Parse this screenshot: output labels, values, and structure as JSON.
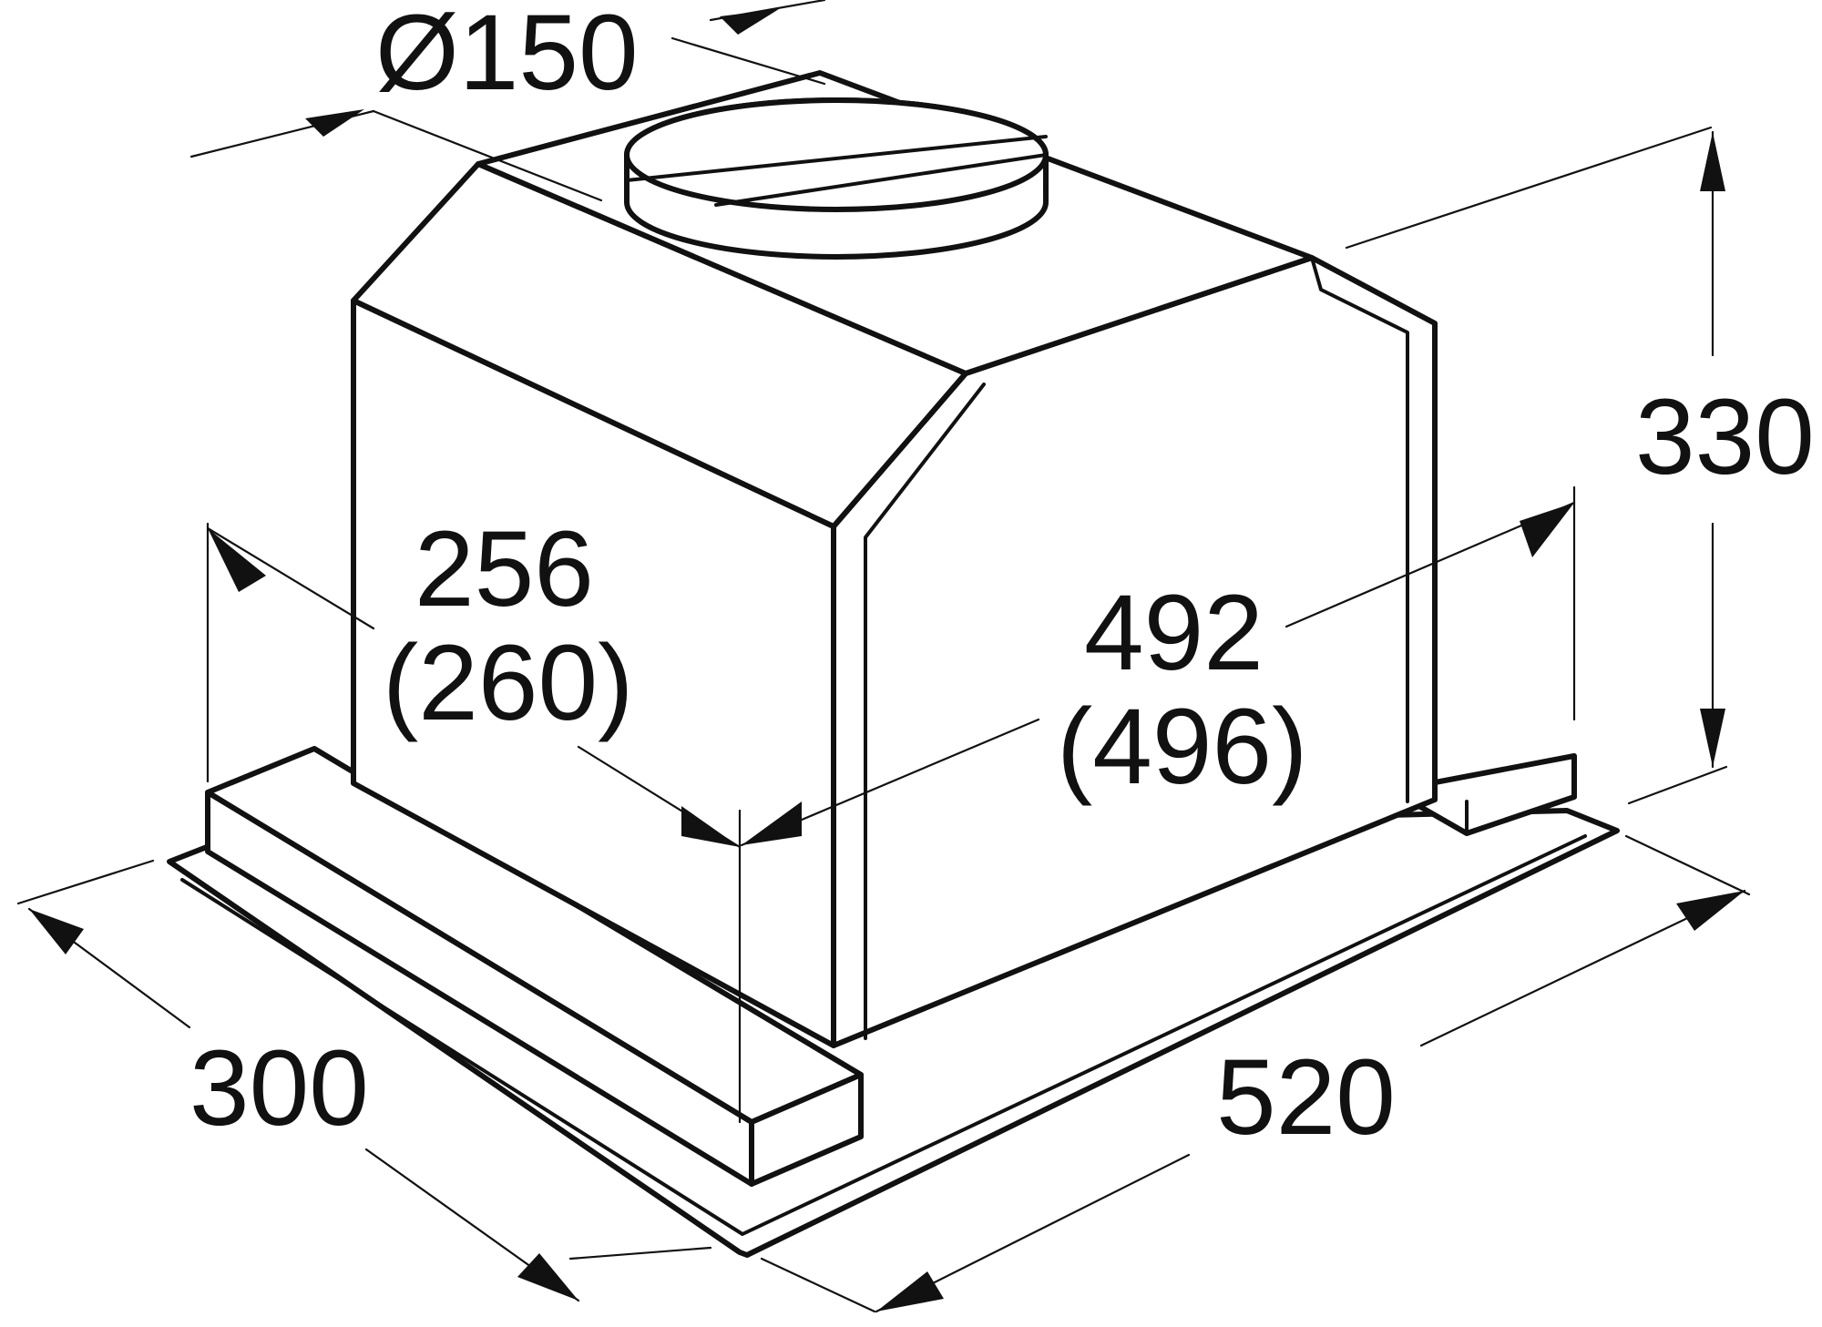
{
  "diagram": {
    "labels": {
      "duct_diameter": "Ø150",
      "total_height": "330",
      "body_depth": "256",
      "body_depth_alt": "(260)",
      "body_width": "492",
      "body_width_alt": "(496)",
      "frame_depth": "300",
      "frame_width": "520"
    },
    "colors": {
      "line": "#111111",
      "background": "#ffffff"
    }
  }
}
